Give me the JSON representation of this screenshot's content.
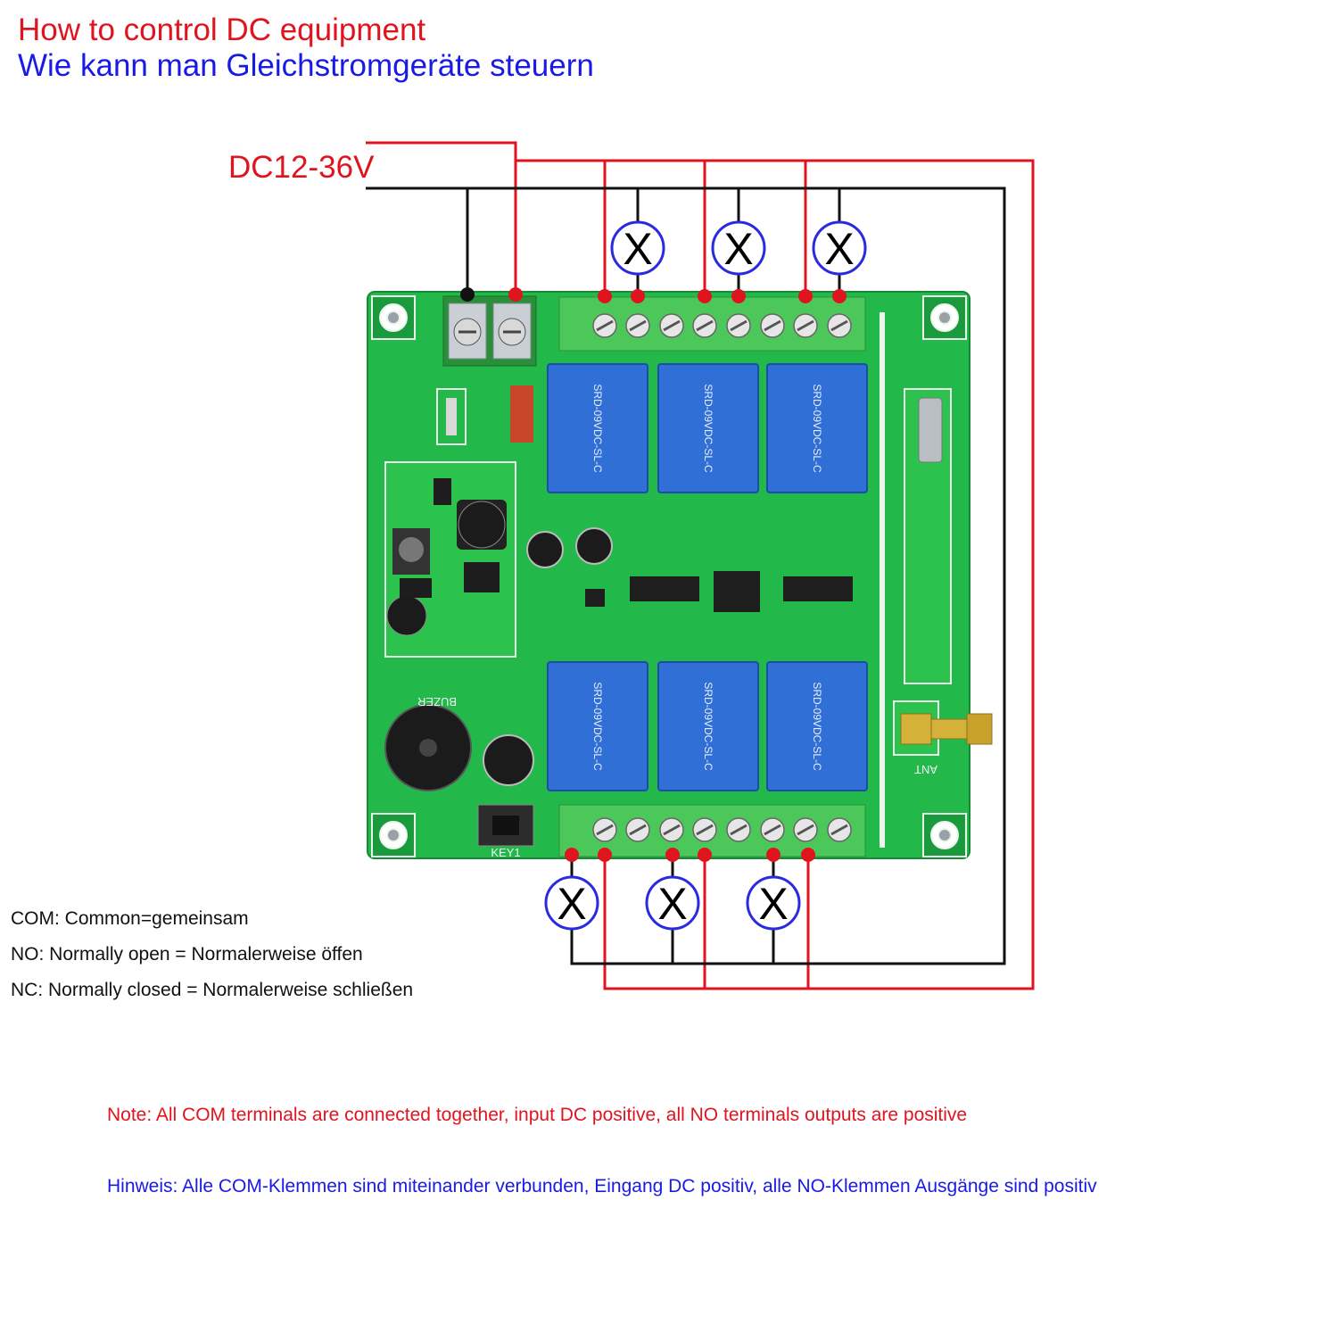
{
  "title": {
    "english": "How to control DC equipment",
    "german": "Wie kann man Gleichstromgeräte steuern"
  },
  "supply_label": "DC12-36V",
  "legend": {
    "com": "COM: Common=gemeinsam",
    "no": "NO: Normally open = Normalerweise öffen",
    "nc": "NC: Normally closed = Normalerweise schließen"
  },
  "notes": {
    "english": "Note: All COM terminals are connected together, input DC positive, all NO terminals outputs are positive",
    "german": "Hinweis: Alle COM-Klemmen sind miteinander verbunden, Eingang DC positiv, alle NO-Klemmen Ausgänge sind positiv"
  },
  "board": {
    "relay_model": "SRD-09VDC-SL-C",
    "buzzer_label": "BUZER",
    "antenna_label": "ANT",
    "key_label": "KEY1"
  },
  "load_symbol": "X",
  "colors": {
    "positive_wire": "#e0141e",
    "negative_wire": "#111111",
    "board": "#22b84a",
    "relay": "#2f6fd6",
    "terminal": "#4cc85a",
    "load_ring": "#2a2ae0"
  }
}
